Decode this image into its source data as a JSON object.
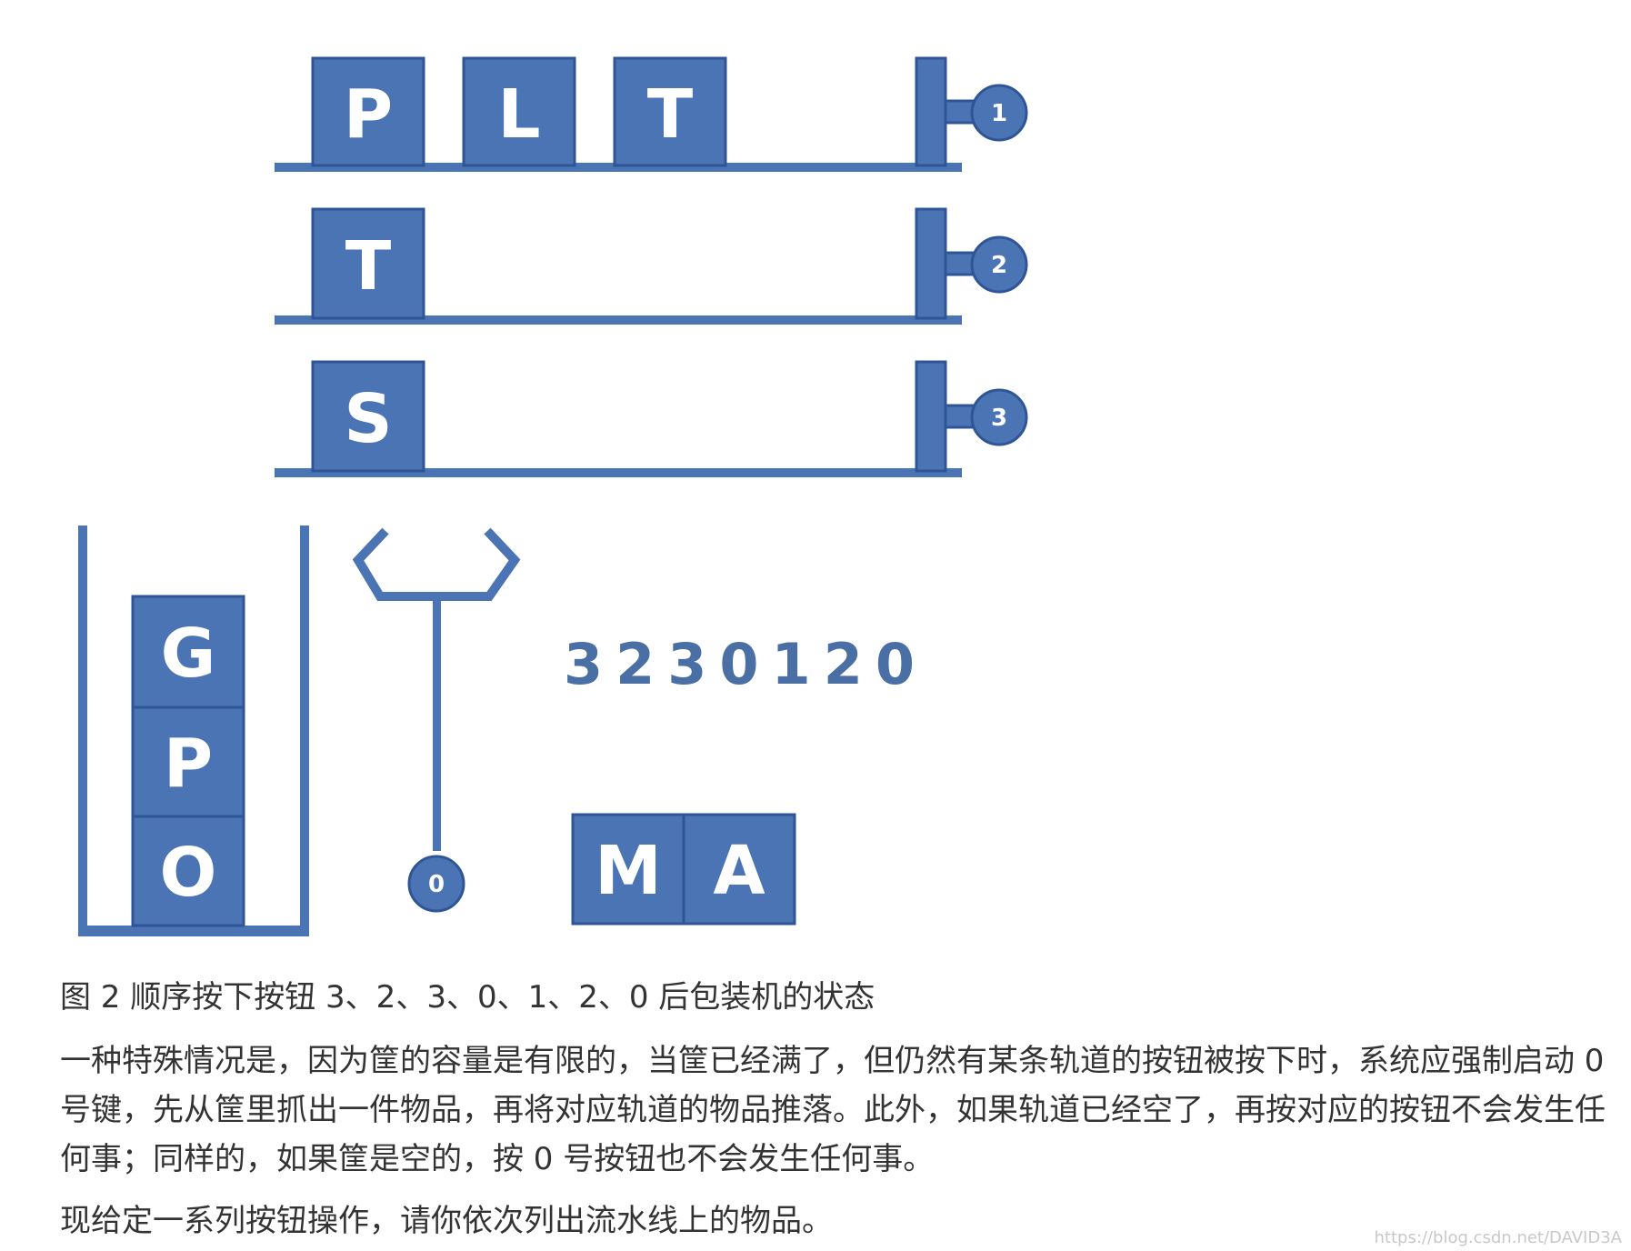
{
  "diagram": {
    "accent_color": "#4a74b4",
    "tracks": [
      {
        "button": "1",
        "items": [
          "P",
          "L",
          "T"
        ]
      },
      {
        "button": "2",
        "items": [
          "T"
        ]
      },
      {
        "button": "3",
        "items": [
          "S"
        ]
      }
    ],
    "basket_items_bottom_to_top": [
      "O",
      "P",
      "G"
    ],
    "claw_button": "0",
    "sequence": "3230120",
    "output_items": [
      "M",
      "A"
    ]
  },
  "caption": "图 2 顺序按下按钮 3、2、3、0、1、2、0 后包装机的状态",
  "paragraph1": "一种特殊情况是，因为筐的容量是有限的，当筐已经满了，但仍然有某条轨道的按钮被按下时，系统应强制启动 0 号键，先从筐里抓出一件物品，再将对应轨道的物品推落。此外，如果轨道已经空了，再按对应的按钮不会发生任何事；同样的，如果筐是空的，按 0 号按钮也不会发生任何事。",
  "paragraph2": "现给定一系列按钮操作，请你依次列出流水线上的物品。",
  "watermark": "https://blog.csdn.net/DAVID3A"
}
